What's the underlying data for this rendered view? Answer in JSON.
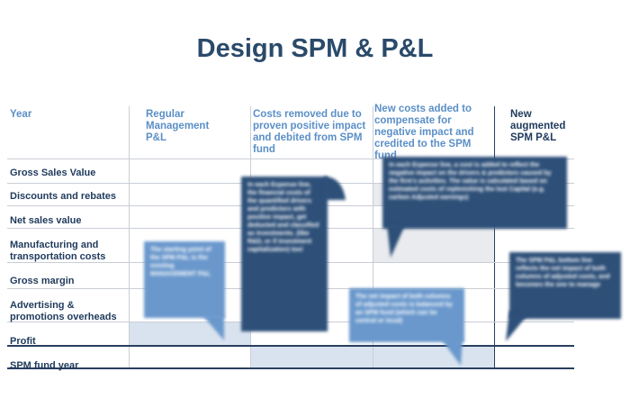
{
  "title": "Design SPM & P&L",
  "headers": {
    "year": "Year",
    "regular": "Regular Management P&L",
    "removed": "Costs removed due to proven positive impact and debited from SPM fund",
    "added": "New costs added to compensate for negative impact and credited to the SPM fund",
    "augmented": "New augmented SPM P&L"
  },
  "rows": [
    "Gross Sales Value",
    "Discounts and rebates",
    "Net sales value",
    "Manufacturing and transportation costs",
    "Gross margin",
    "Advertising & promotions overheads",
    "Profit",
    "SPM fund year"
  ],
  "callouts": {
    "regular": "The starting point of the SPM P&L is the existing MANAGEMENT P&L",
    "removed": "In each Expense line, the financial costs of the quantified drivers and predictors with positive impact, get deducted and classified as investments. (like R&D, or if investment capitalization) too!",
    "added": "In each Expense line, a cost is added to reflect the negative impact on the drivers & predictors caused by the firm's activities. The value is calculated based on estimated costs of replenishing the lost Capital (e.g. carbon Adjusted earnings)",
    "net": "The net impact of both columns of adjusted costs is balanced by an SPM fund (which can be central or local)",
    "bottom": "The SPM P&L bottom line reflects the net impact of both columns of adjusted costs, and becomes the one to manage"
  },
  "colors": {
    "title": "#2a4a6b",
    "light_header": "#5b8fc7",
    "dark_header": "#1f3a5c",
    "bubble_mid": "#6a98cc",
    "bubble_deep": "#2d4f78",
    "shade": "#d9e3ef"
  }
}
